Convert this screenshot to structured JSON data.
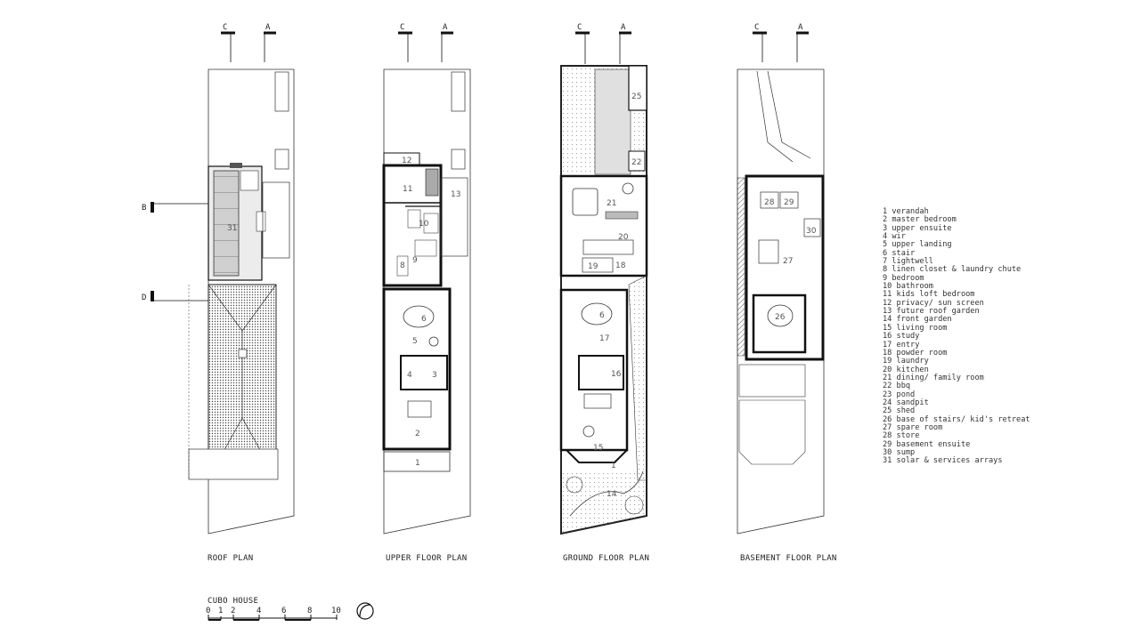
{
  "section_markers": {
    "c": "C",
    "a": "A",
    "b": "B",
    "d": "D"
  },
  "plans": {
    "roof": {
      "caption": "ROOF PLAN",
      "rooms": [
        "31"
      ]
    },
    "upper": {
      "caption": "UPPER FLOOR PLAN",
      "rooms": [
        "12",
        "11",
        "13",
        "10",
        "9",
        "8",
        "6",
        "5",
        "4",
        "3",
        "2",
        "1"
      ]
    },
    "ground": {
      "caption": "GROUND FLOOR PLAN",
      "rooms": [
        "25",
        "22",
        "21",
        "20",
        "19",
        "18",
        "6",
        "17",
        "16",
        "15",
        "1",
        "14"
      ]
    },
    "basement": {
      "caption": "BASEMENT FLOOR PLAN",
      "rooms": [
        "28",
        "29",
        "30",
        "27",
        "26"
      ]
    }
  },
  "legend": [
    "1 verandah",
    "2 master bedroom",
    "3 upper ensuite",
    "4 wir",
    "5 upper landing",
    "6 stair",
    "7 lightwell",
    "8 linen closet & laundry chute",
    "9 bedroom",
    "10 bathroom",
    "11 kids loft bedroom",
    "12 privacy/ sun screen",
    "13 future roof garden",
    "14 front garden",
    "15 living room",
    "16 study",
    "17 entry",
    "18 powder room",
    "19 laundry",
    "20 kitchen",
    "21 dining/ family room",
    "22 bbq",
    "23 pond",
    "24 sandpit",
    "25 shed",
    "26 base of stairs/ kid's retreat",
    "27 spare room",
    "28 store",
    "29 basement ensuite",
    "30 sump",
    "31 solar & services arrays"
  ],
  "scale_bar": {
    "title": "CUBO HOUSE",
    "ticks": [
      "0",
      "1",
      "2",
      "4",
      "6",
      "8",
      "10"
    ]
  },
  "north_icon": "north-arrow-icon"
}
